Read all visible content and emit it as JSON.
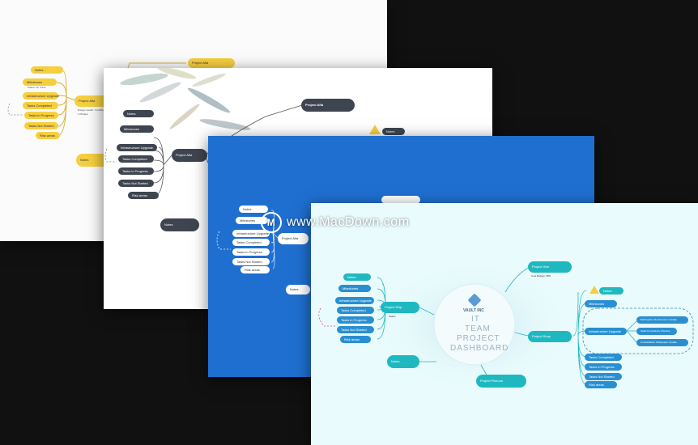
{
  "watermark": {
    "logo_letter": "M",
    "text": "www.MacDown.com"
  },
  "slides": {
    "yellow": {
      "nodes": [
        "Notes",
        "Milestones",
        "Infrastructure Upgrade",
        "Tasks Completed",
        "Tasks in Progress",
        "Tasks Not Started",
        "Risk areas",
        "Project Alfa",
        "Project Alfa",
        "Notes"
      ],
      "meta": [
        "Status: On Track",
        "Budget Health: Cost/Budget: 0%",
        "In Budget"
      ]
    },
    "feather": {
      "nodes": [
        "Notes",
        "Milestones",
        "Infrastructure Upgrade",
        "Tasks Completed",
        "Tasks in Progress",
        "Tasks Not Started",
        "Risk areas",
        "Project Alfa",
        "Project Alfa",
        "Notes"
      ],
      "badge": "Notes"
    },
    "blue": {
      "nodes": [
        "Notes",
        "Milestones",
        "Infrastructure Upgrade",
        "Tasks Completed",
        "Tasks in Progress",
        "Tasks Not Started",
        "Risk areas",
        "Project Alfa",
        "Notes"
      ]
    },
    "cyan": {
      "center": {
        "company": "VAULT INC",
        "line1": "IT",
        "line2": "TEAM",
        "line3": "PROJECT",
        "line4": "DASHBOARD"
      },
      "left_nodes": [
        "Notes",
        "Milestones",
        "Infrastructure Upgrade",
        "Tasks Completed",
        "Tasks in Progress",
        "Tasks Not Started",
        "Risk areas"
      ],
      "project_ship": "Project Ship",
      "project_vive": "Project Vive",
      "project_shop": "Project Shop",
      "project_pinkoon": "Project Pinkoon",
      "notes": "Notes",
      "right_nodes": [
        "Notes",
        "Milestones",
        "Infrastructure Upgrade",
        "Tasks Completed",
        "Tasks in Progress",
        "Tasks Not Started",
        "Risk areas"
      ],
      "sub_nodes": [
        "Build Ignite Client/Custom Update",
        "SaaS Compliance Checkup",
        "Consolidation Whitepaper Update"
      ],
      "status": "Status",
      "budget": "Cost Budget: 68%"
    }
  },
  "colors": {
    "background": "#111111",
    "yellow": "#f6cf3f",
    "dark_node": "#3f4550",
    "blue_bg": "#1f6fd0",
    "cyan_bg": "#e9fbfc",
    "teal": "#20b8c0"
  }
}
